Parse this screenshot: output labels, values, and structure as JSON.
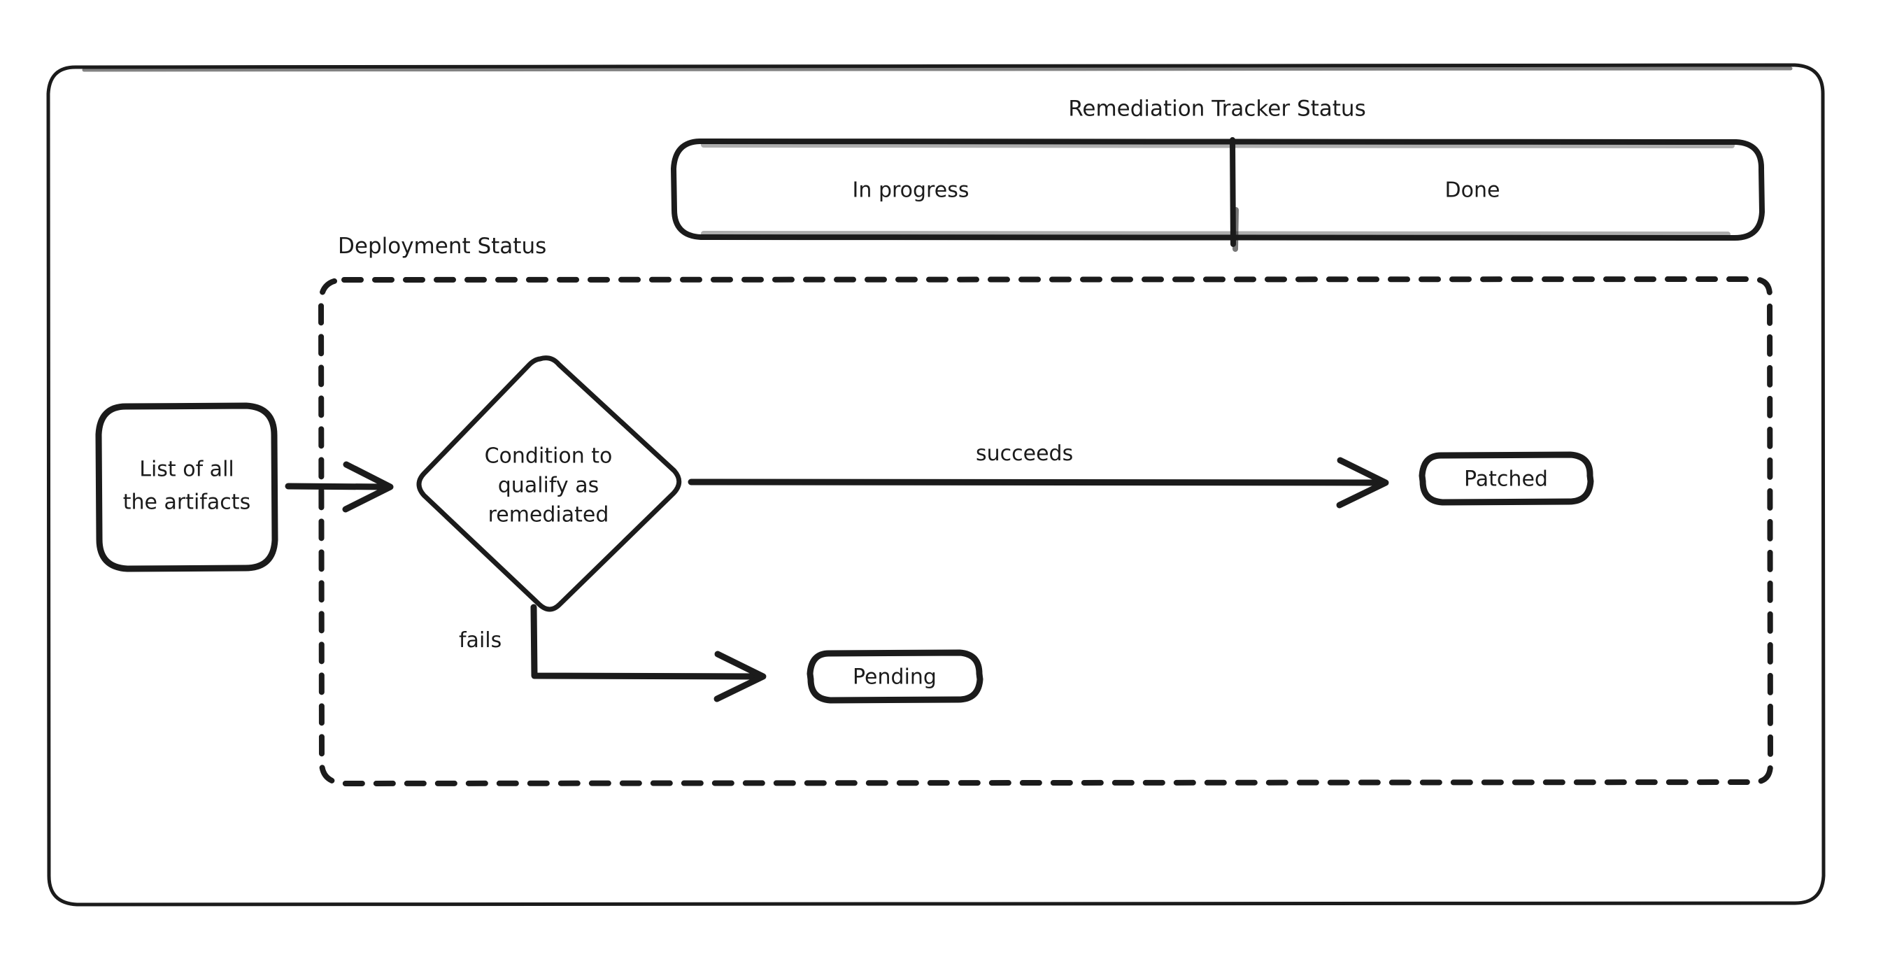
{
  "diagram": {
    "background_color": "#ffffff",
    "stroke_color": "#1b1b1b",
    "style": "hand-drawn-sketch",
    "outer_frame": {
      "name": "outer-frame",
      "shape": "rounded-rectangle"
    },
    "tracker": {
      "title": "Remediation Tracker Status",
      "cells": [
        {
          "label": "In progress"
        },
        {
          "label": "Done"
        }
      ]
    },
    "deployment_group": {
      "title": "Deployment Status",
      "border": "dashed"
    },
    "nodes": [
      {
        "id": "artifacts",
        "label": "List of all\nthe artifacts",
        "lines": [
          "List of all",
          "the artifacts"
        ],
        "shape": "rounded-square"
      },
      {
        "id": "condition",
        "label": "Condition to qualify as remediated",
        "lines": [
          "Condition to",
          "qualify as",
          "remediated"
        ],
        "shape": "diamond"
      },
      {
        "id": "patched",
        "label": "Patched",
        "lines": [
          "Patched"
        ],
        "shape": "rounded-rectangle"
      },
      {
        "id": "pending",
        "label": "Pending",
        "lines": [
          "Pending"
        ],
        "shape": "rounded-rectangle"
      }
    ],
    "edges": [
      {
        "id": "artifacts-to-condition",
        "from": "artifacts",
        "to": "condition",
        "label": ""
      },
      {
        "id": "condition-to-patched",
        "from": "condition",
        "to": "patched",
        "label": "succeeds"
      },
      {
        "id": "condition-to-pending",
        "from": "condition",
        "to": "pending",
        "label": "fails"
      }
    ],
    "edge_labels": {
      "succeeds": "succeeds",
      "fails": "fails"
    },
    "node_text": {
      "artifacts_line1": "List of all",
      "artifacts_line2": "the artifacts",
      "condition_line1": "Condition to",
      "condition_line2": "qualify as",
      "condition_line3": "remediated",
      "patched": "Patched",
      "pending": "Pending"
    }
  }
}
